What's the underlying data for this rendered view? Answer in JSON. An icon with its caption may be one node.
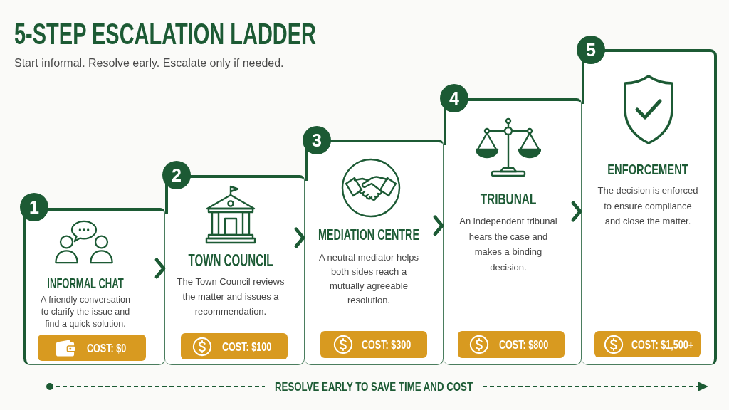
{
  "diagram": {
    "title": "5-STEP ESCALATION LADDER",
    "nodes": [
      {
        "text": [
          "1"
        ]
      },
      {
        "text": [
          "INFORMAL CHAT",
          "A friendly conversation to clarify the issue and find a quick solution."
        ]
      },
      {
        "text": [
          "COST: $0"
        ],
        "in": 1
      },
      {
        "text": [
          "2"
        ]
      },
      {
        "text": [
          "TOWN COUNCIL",
          "The Town Council reviews the matter and issues a recommendation."
        ]
      },
      {
        "text": [
          "COST: $100"
        ],
        "in": 4
      },
      {
        "text": [
          "3"
        ]
      },
      {
        "text": [
          "MEDIATION CENTRE",
          "A neutral mediator helps both sides reach a mutually agreeable resolution."
        ]
      },
      {
        "text": [
          "COST: $300"
        ],
        "in": 7
      },
      {
        "text": [
          "4"
        ]
      },
      {
        "text": [
          "TRIBUNAL",
          "An independent tribunal hears the case and makes a binding decision."
        ]
      },
      {
        "text": [
          "COST: $800"
        ],
        "in": 10
      },
      {
        "text": [
          "5"
        ]
      },
      {
        "text": [
          "ENFORCEMENT",
          "The decision is enforced to ensure compliance and close the matter."
        ]
      },
      {
        "text": [
          "COST: $1,500+"
        ],
        "in": 13
      }
    ],
    "edges": [
      {
        "from": 1,
        "to": 4,
        "arrow": "to"
      },
      {
        "from": 4,
        "to": 7,
        "arrow": "to"
      },
      {
        "from": 7,
        "to": 10,
        "arrow": "to"
      },
      {
        "from": 10,
        "to": 13,
        "arrow": "to"
      }
    ],
    "labels": [
      "Start informal. Resolve early. Escalate only if needed.",
      "RESOLVE EARLY TO SAVE TIME AND COST"
    ]
  }
}
